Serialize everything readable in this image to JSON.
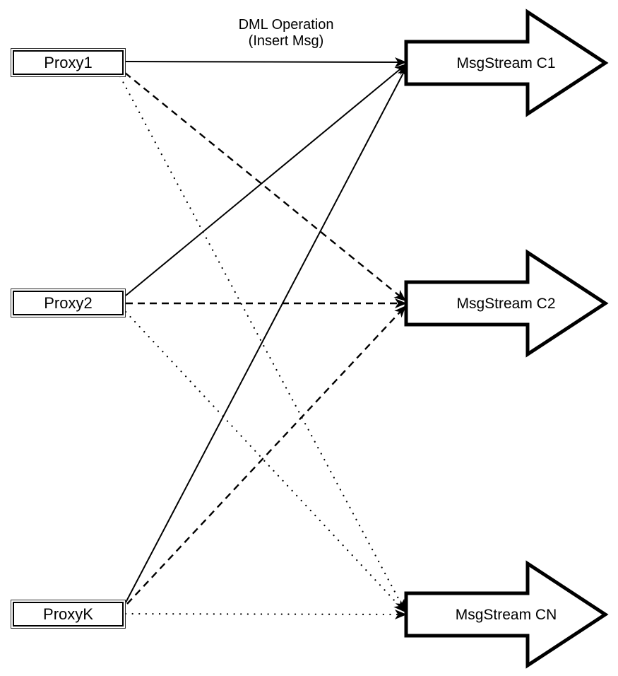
{
  "diagram": {
    "title_line1": "DML Operation",
    "title_line2": "(Insert Msg)",
    "proxies": [
      {
        "label": "Proxy1"
      },
      {
        "label": "Proxy2"
      },
      {
        "label": "ProxyK"
      }
    ],
    "streams": [
      {
        "label": "MsgStream C1"
      },
      {
        "label": "MsgStream C2"
      },
      {
        "label": "MsgStream CN"
      }
    ],
    "edges": [
      {
        "from": "Proxy1",
        "to": "MsgStream C1",
        "style": "solid"
      },
      {
        "from": "Proxy1",
        "to": "MsgStream C2",
        "style": "dashed"
      },
      {
        "from": "Proxy1",
        "to": "MsgStream CN",
        "style": "dotted"
      },
      {
        "from": "Proxy2",
        "to": "MsgStream C1",
        "style": "solid"
      },
      {
        "from": "Proxy2",
        "to": "MsgStream C2",
        "style": "dashed"
      },
      {
        "from": "Proxy2",
        "to": "MsgStream CN",
        "style": "dotted"
      },
      {
        "from": "ProxyK",
        "to": "MsgStream C1",
        "style": "solid"
      },
      {
        "from": "ProxyK",
        "to": "MsgStream C2",
        "style": "dashed"
      },
      {
        "from": "ProxyK",
        "to": "MsgStream CN",
        "style": "dotted"
      }
    ],
    "colors": {
      "line": "#000000",
      "shape_fill": "#ffffff",
      "background": "#ffffff"
    }
  }
}
